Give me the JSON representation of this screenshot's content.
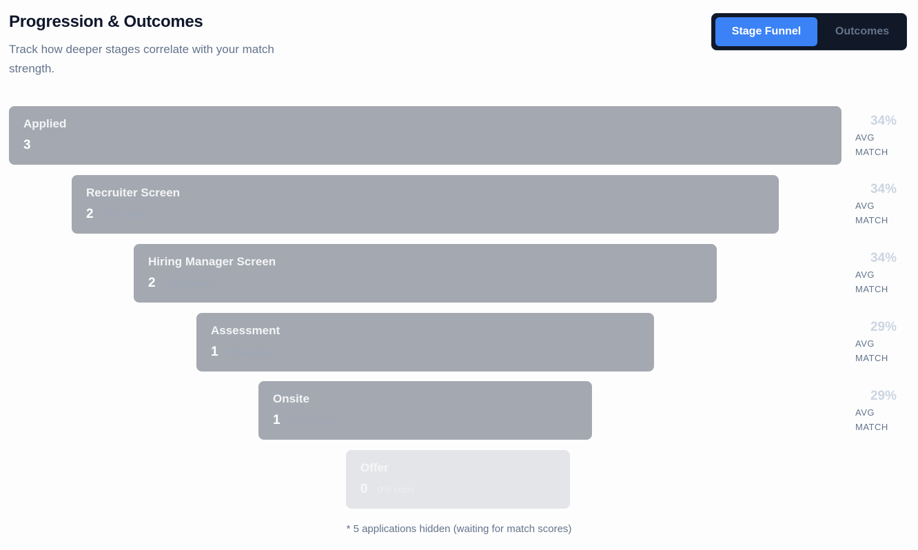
{
  "header": {
    "title": "Progression & Outcomes",
    "subtitle": "Track how deeper stages correlate with your match strength."
  },
  "toggle": {
    "options": [
      {
        "label": "Stage Funnel",
        "active": true
      },
      {
        "label": "Outcomes",
        "active": false
      }
    ]
  },
  "funnel": {
    "stages": [
      {
        "label": "Applied",
        "count": "3",
        "conv": "",
        "avg_match": "34%",
        "avg_caption": "AVG MATCH"
      },
      {
        "label": "Recruiter Screen",
        "count": "2",
        "conv": "67% conv",
        "avg_match": "34%",
        "avg_caption": "AVG MATCH"
      },
      {
        "label": "Hiring Manager Screen",
        "count": "2",
        "conv": "100% conv",
        "avg_match": "34%",
        "avg_caption": "AVG MATCH"
      },
      {
        "label": "Assessment",
        "count": "1",
        "conv": "50% conv",
        "avg_match": "29%",
        "avg_caption": "AVG MATCH"
      },
      {
        "label": "Onsite",
        "count": "1",
        "conv": "100% conv",
        "avg_match": "29%",
        "avg_caption": "AVG MATCH"
      },
      {
        "label": "Offer",
        "count": "0",
        "conv": "0% conv",
        "avg_match": "",
        "avg_caption": ""
      }
    ],
    "footnote": "* 5 applications hidden (waiting for match scores)"
  },
  "colors": {
    "accent": "#3b82f6",
    "toggle_bg": "#111827",
    "bar": "#a4a8b0",
    "bar_empty": "#e4e5e8",
    "title": "#0f172a",
    "muted": "#64748b"
  }
}
